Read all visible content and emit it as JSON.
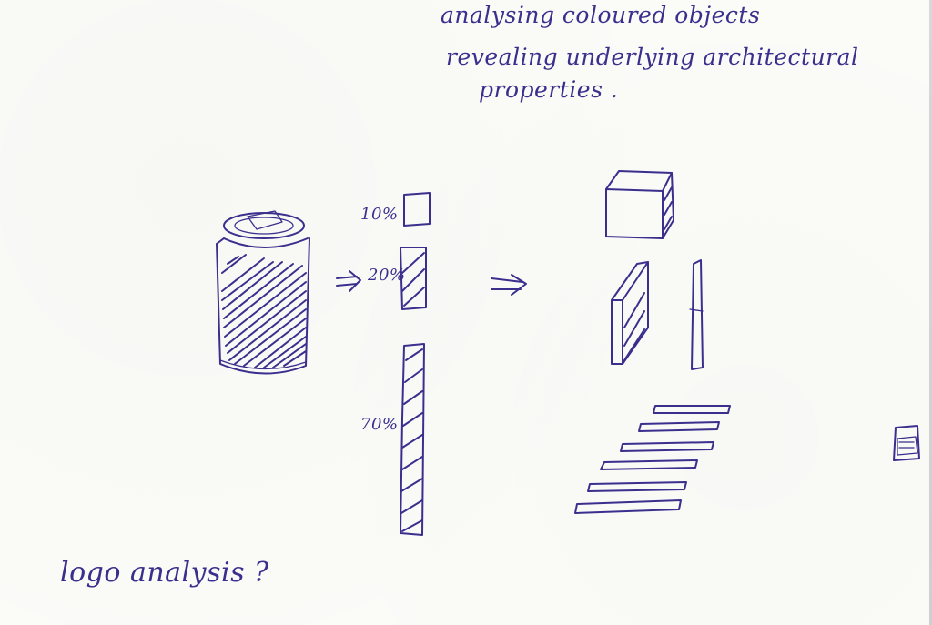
{
  "heading": {
    "line1": "analysing coloured objects",
    "line2": "revealing underlying architectural",
    "line3": "properties ."
  },
  "percentages": {
    "top": "10%",
    "middle": "20%",
    "bottom": "70%"
  },
  "footer_note": "logo analysis ?",
  "ink_color": "#3b2f8e",
  "icons": [
    "soda-can-sketch",
    "arrow-icon",
    "arrow-icon",
    "cube-sketch",
    "slab-sketch",
    "plank-sketch",
    "stairs-sketch",
    "small-can-sketch"
  ]
}
